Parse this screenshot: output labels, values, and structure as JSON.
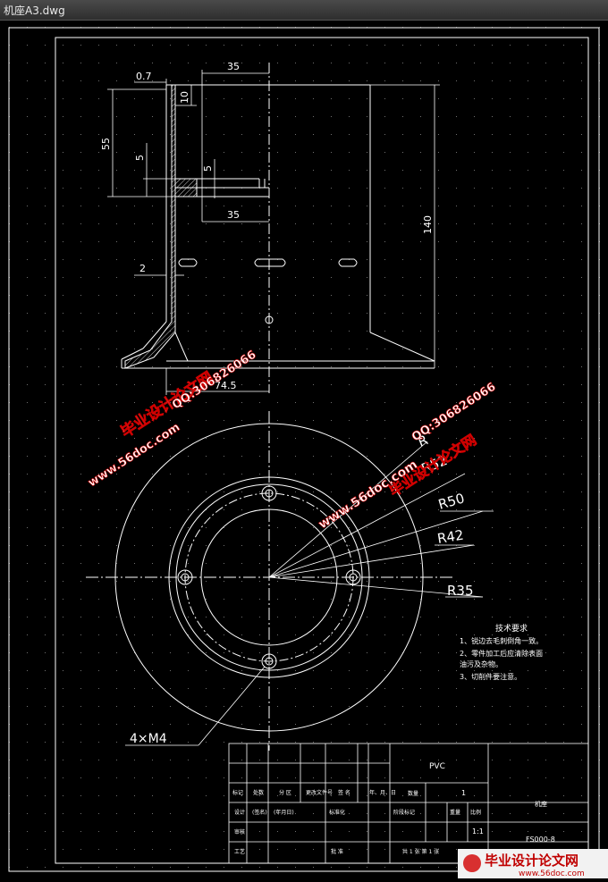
{
  "window": {
    "title": "机座A3.dwg"
  },
  "drawing": {
    "dims": {
      "d_0_7": "0.7",
      "d_35_top": "35",
      "d_10": "10",
      "d_55": "55",
      "d_5_left": "5",
      "d_5_right": "5",
      "d_35_mid": "35",
      "d_140": "140",
      "d_2": "2",
      "d_74_5": "74.5"
    },
    "radii": {
      "r_outer": "R",
      "r_52": "R52",
      "r_50": "R50",
      "r_42": "R42",
      "r_35": "R35"
    },
    "hole_note": "4×M4",
    "tech_requirements": {
      "title": "技术要求",
      "lines": [
        "1、锐边去毛刺倒角一致。",
        "2、零件加工后应清除表面",
        "油污及杂物。",
        "3、切削件要注意。"
      ]
    },
    "title_block": {
      "material": "PVC",
      "quantity_label": "数量",
      "quantity": "1",
      "scale": "1:1",
      "part_name": "机座",
      "drawing_no": "FS000-8",
      "sheet": "共 1 张   第 1 张",
      "header_cells": [
        "标记",
        "处数",
        "分 区",
        "更改文件号",
        "签 名",
        "年、月、日"
      ],
      "row2_cells": [
        "设计",
        "(签名)",
        "(年月日)",
        "标准化"
      ],
      "row3_cells": [
        "审核"
      ],
      "row4_cells": [
        "工艺",
        "批 准"
      ],
      "stage_cells": [
        "阶段标记",
        "重量",
        "比例"
      ]
    }
  },
  "watermarks": {
    "brand": "毕业设计论文网",
    "site": "www.56doc.com",
    "qq": "QQ:306826066",
    "footer_site": "www.56doc.com"
  }
}
